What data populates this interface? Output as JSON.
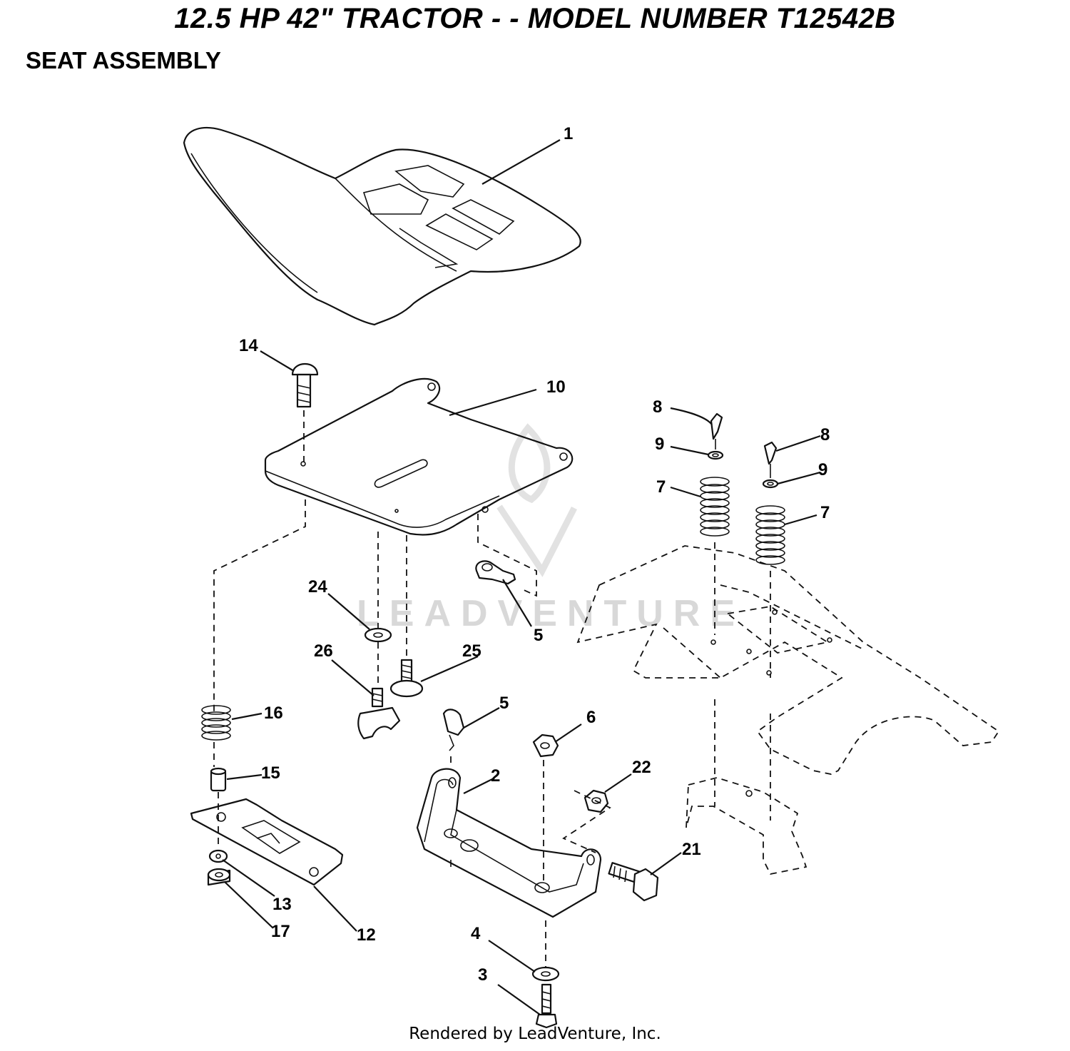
{
  "header": {
    "title": "12.5 HP 42\" TRACTOR - - MODEL NUMBER T12542B",
    "subtitle": "SEAT ASSEMBLY"
  },
  "watermark": "LEADVENTURE",
  "footer": "Rendered by LeadVenture, Inc.",
  "callouts": {
    "c1": "1",
    "c2": "2",
    "c3": "3",
    "c4": "4",
    "c5a": "5",
    "c5b": "5",
    "c6": "6",
    "c7a": "7",
    "c7b": "7",
    "c8a": "8",
    "c8b": "8",
    "c9a": "9",
    "c9b": "9",
    "c10": "10",
    "c12": "12",
    "c13": "13",
    "c14": "14",
    "c15": "15",
    "c16": "16",
    "c17": "17",
    "c21": "21",
    "c22": "22",
    "c24": "24",
    "c25": "25",
    "c26": "26"
  }
}
